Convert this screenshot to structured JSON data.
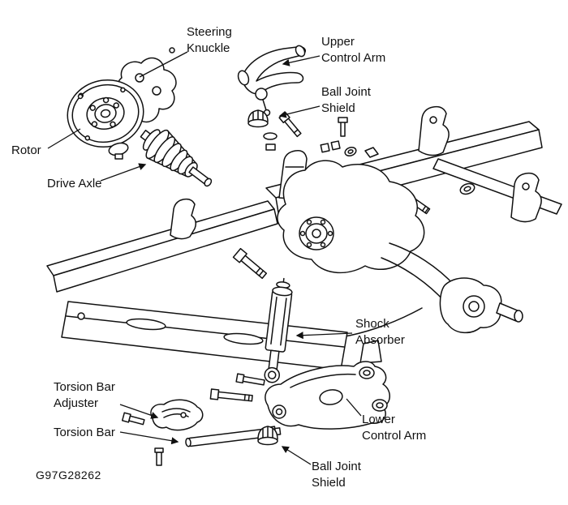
{
  "diagram": {
    "part_number": "G97G28262"
  },
  "labels": {
    "steering_knuckle": "Steering\nKnuckle",
    "upper_control_arm": "Upper\nControl Arm",
    "ball_joint_shield_upper": "Ball Joint\nShield",
    "rotor": "Rotor",
    "drive_axle": "Drive Axle",
    "shock_absorber": "Shock\nAbsorber",
    "torsion_bar_adjuster": "Torsion Bar\nAdjuster",
    "torsion_bar": "Torsion Bar",
    "lower_control_arm": "Lower\nControl Arm",
    "ball_joint_shield_lower": "Ball Joint\nShield"
  },
  "colors": {
    "line": "#111111",
    "background": "#ffffff"
  }
}
